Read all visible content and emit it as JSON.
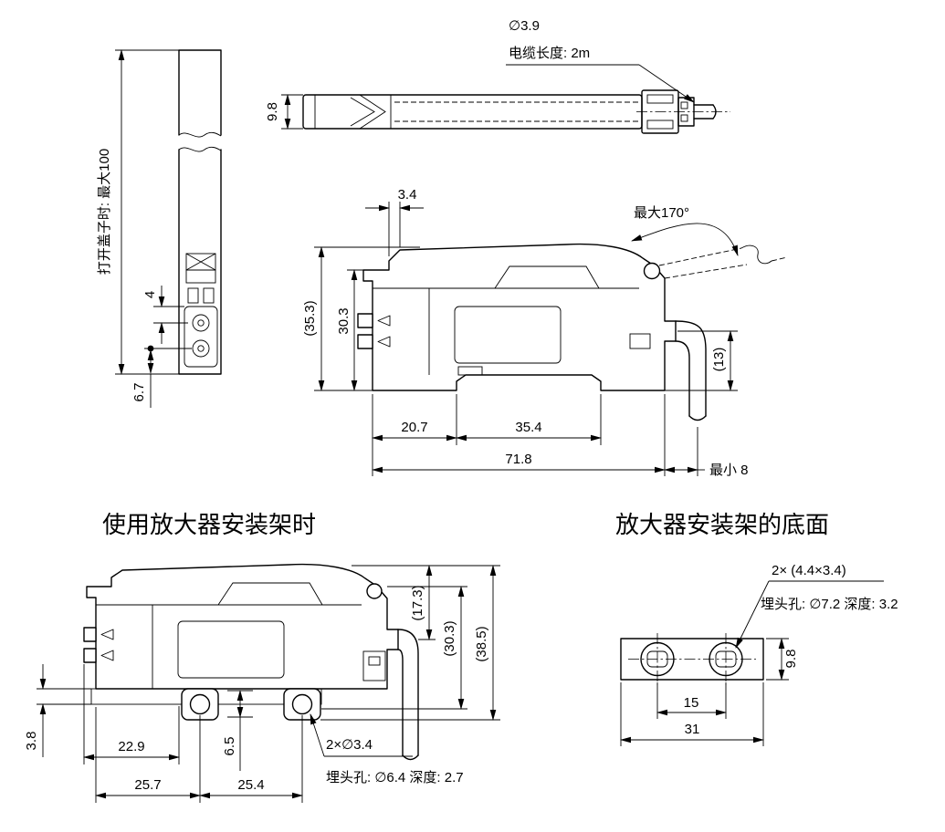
{
  "titles": {
    "bracket_view": "使用放大器安装架时",
    "bracket_bottom_view": "放大器安装架的底面"
  },
  "top_view": {
    "cable_diameter": "∅3.9",
    "cable_length": "电缆长度: 2m",
    "height": "9.8"
  },
  "left_view": {
    "open_cover": "打开盖子时: 最大100",
    "hole_offset": "4",
    "bottom_offset": "6.7"
  },
  "side_view": {
    "cover_lip": "3.4",
    "max_open_angle": "最大170°",
    "overall_height": "(35.3)",
    "body_height": "30.3",
    "cable_height": "(13)",
    "front_to_notch": "20.7",
    "notch_width": "35.4",
    "overall_width": "71.8",
    "min_clearance": "最小 8"
  },
  "bracket_view": {
    "dim_17_3": "(17.3)",
    "dim_30_3": "(30.3)",
    "dim_38_5": "(38.5)",
    "dim_3_8": "3.8",
    "dim_22_9": "22.9",
    "dim_6_5": "6.5",
    "dim_25_7": "25.7",
    "dim_25_4": "25.4",
    "hole_callout": "2×∅3.4",
    "countersink_callout": "埋头孔: ∅6.4 深度: 2.7"
  },
  "bottom_view": {
    "hole_callout": "2× (4.4×3.4)",
    "countersink_callout": "埋头孔: ∅7.2 深度: 3.2",
    "height": "9.8",
    "hole_spacing": "15",
    "width": "31"
  }
}
